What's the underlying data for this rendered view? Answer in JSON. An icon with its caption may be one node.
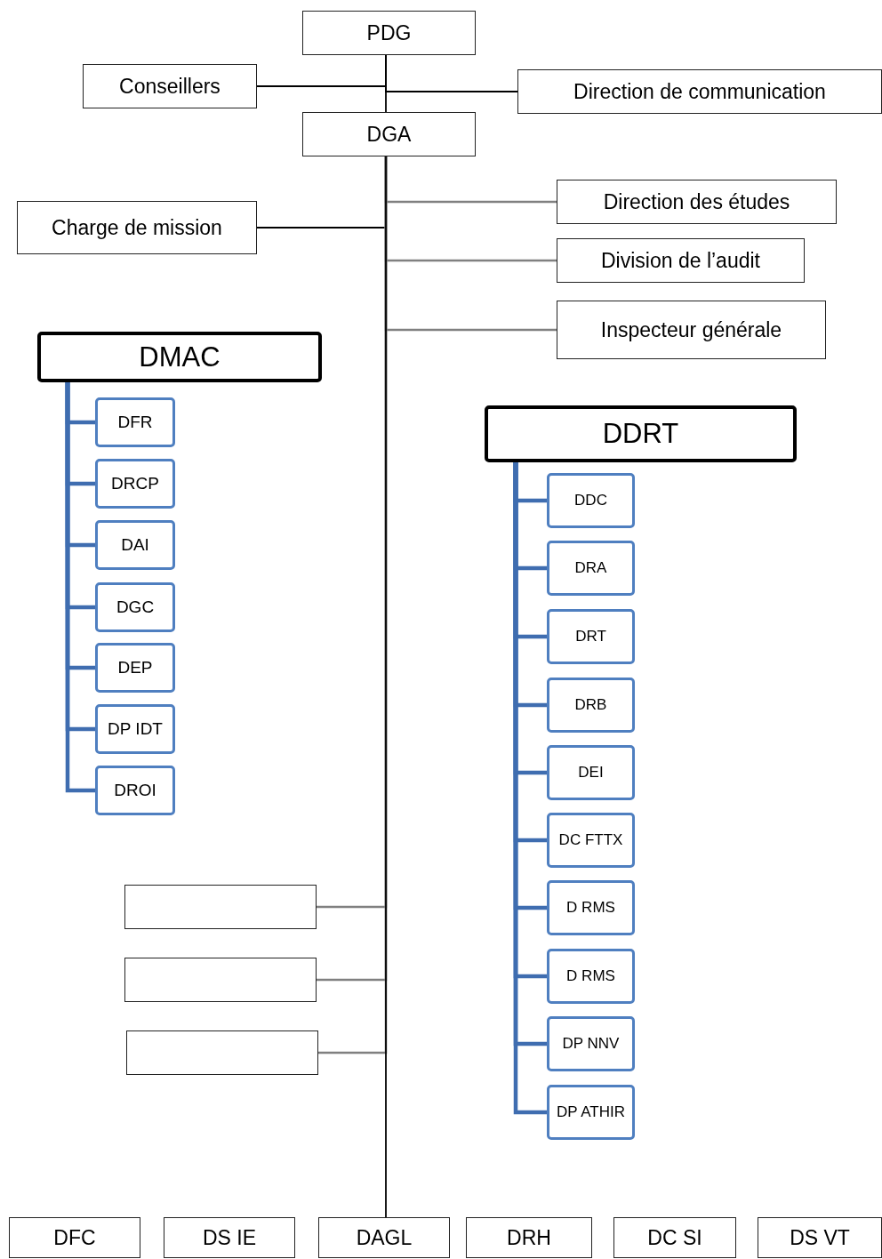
{
  "diagram": {
    "nodes": [
      {
        "text": [
          "PDG"
        ]
      },
      {
        "text": [
          "Conseillers"
        ]
      },
      {
        "text": [
          "Direction de communication"
        ]
      },
      {
        "text": [
          "DGA"
        ]
      },
      {
        "text": [
          "Charge de mission"
        ]
      },
      {
        "text": [
          "Direction des études"
        ]
      },
      {
        "text": [
          "Division de l’audit"
        ]
      },
      {
        "text": [
          "Inspecteur générale"
        ]
      },
      {
        "text": [
          "DMAC"
        ]
      },
      {
        "text": [
          "DFR"
        ]
      },
      {
        "text": [
          "DRCP"
        ]
      },
      {
        "text": [
          "DAI"
        ]
      },
      {
        "text": [
          "DGC"
        ]
      },
      {
        "text": [
          "DEP"
        ]
      },
      {
        "text": [
          "DP IDT"
        ]
      },
      {
        "text": [
          "DROI"
        ]
      },
      {
        "text": [
          "DDRT"
        ]
      },
      {
        "text": [
          "DDC"
        ]
      },
      {
        "text": [
          "DRA"
        ]
      },
      {
        "text": [
          "DRT"
        ]
      },
      {
        "text": [
          "DRB"
        ]
      },
      {
        "text": [
          "DEI"
        ]
      },
      {
        "text": [
          "DC FTTX"
        ]
      },
      {
        "text": [
          "D RMS"
        ]
      },
      {
        "text": [
          "D RMS"
        ]
      },
      {
        "text": [
          "DP NNV"
        ]
      },
      {
        "text": [
          "DP ATHIR"
        ]
      },
      {
        "text": [],
        "shape": "box"
      },
      {
        "text": [],
        "shape": "box"
      },
      {
        "text": [],
        "shape": "box"
      },
      {
        "text": [
          "DFC"
        ]
      },
      {
        "text": [
          "DS IE"
        ]
      },
      {
        "text": [
          "DAGL"
        ]
      },
      {
        "text": [
          "DRH"
        ]
      },
      {
        "text": [
          "DC SI"
        ]
      },
      {
        "text": [
          "DS VT"
        ]
      }
    ],
    "edges": [
      {
        "from": 0,
        "to": 1,
        "arrow": "none",
        "color": "#000000"
      },
      {
        "from": 0,
        "to": 2,
        "arrow": "none",
        "color": "#000000"
      },
      {
        "from": 0,
        "to": 3,
        "arrow": "none",
        "color": "#000000"
      },
      {
        "from": 3,
        "to": 4,
        "arrow": "none",
        "color": "#000000"
      },
      {
        "from": 3,
        "to": 5,
        "arrow": "none",
        "color": "#808080"
      },
      {
        "from": 3,
        "to": 6,
        "arrow": "none",
        "color": "#808080"
      },
      {
        "from": 3,
        "to": 7,
        "arrow": "none",
        "color": "#808080"
      },
      {
        "from": 8,
        "to": 9,
        "arrow": "none"
      },
      {
        "from": 8,
        "to": 10,
        "arrow": "none"
      },
      {
        "from": 8,
        "to": 11,
        "arrow": "none"
      },
      {
        "from": 8,
        "to": 12,
        "arrow": "none"
      },
      {
        "from": 8,
        "to": 13,
        "arrow": "none"
      },
      {
        "from": 8,
        "to": 14,
        "arrow": "none"
      },
      {
        "from": 8,
        "to": 15,
        "arrow": "none"
      },
      {
        "from": 16,
        "to": 17,
        "arrow": "none"
      },
      {
        "from": 16,
        "to": 18,
        "arrow": "none"
      },
      {
        "from": 16,
        "to": 19,
        "arrow": "none"
      },
      {
        "from": 16,
        "to": 20,
        "arrow": "none"
      },
      {
        "from": 16,
        "to": 21,
        "arrow": "none"
      },
      {
        "from": 16,
        "to": 22,
        "arrow": "none"
      },
      {
        "from": 16,
        "to": 23,
        "arrow": "none"
      },
      {
        "from": 16,
        "to": 24,
        "arrow": "none"
      },
      {
        "from": 16,
        "to": 25,
        "arrow": "none"
      },
      {
        "from": 16,
        "to": 26,
        "arrow": "none"
      },
      {
        "from": 3,
        "to": 27,
        "arrow": "none",
        "color": "#808080"
      },
      {
        "from": 3,
        "to": 28,
        "arrow": "none",
        "color": "#808080"
      },
      {
        "from": 3,
        "to": 29,
        "arrow": "none",
        "color": "#808080"
      },
      {
        "from": 3,
        "to": 32,
        "arrow": "none",
        "color": "#000000"
      }
    ]
  }
}
